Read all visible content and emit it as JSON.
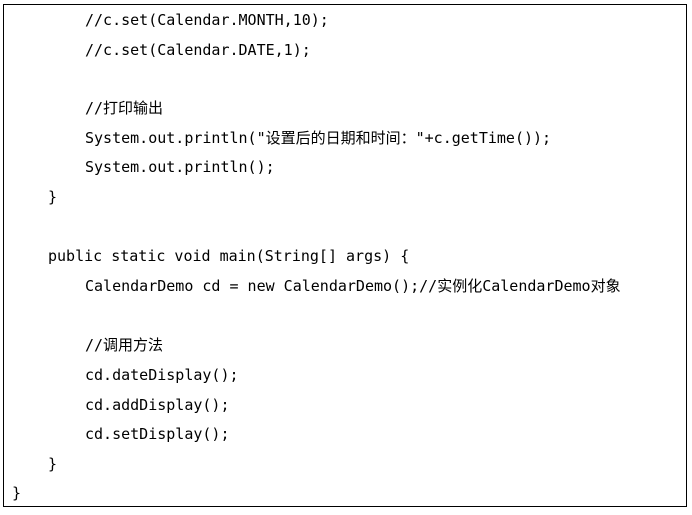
{
  "code": {
    "lines": [
      "//c.set(Calendar.MONTH,10);",
      "//c.set(Calendar.DATE,1);",
      "",
      "//打印输出",
      "System.out.println(\"设置后的日期和时间：\"+c.getTime());",
      "System.out.println();",
      "}",
      "",
      "public static void main(String[] args) {",
      "CalendarDemo cd = new CalendarDemo();//实例化CalendarDemo对象",
      "",
      "//调用方法",
      "cd.dateDisplay();",
      "cd.addDisplay();",
      "cd.setDisplay();",
      "}",
      "}"
    ]
  }
}
